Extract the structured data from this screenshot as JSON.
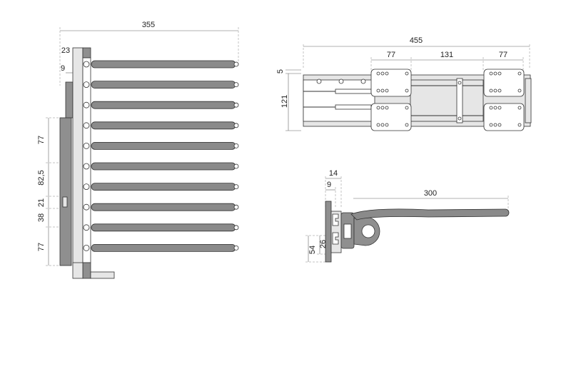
{
  "side_view": {
    "dims": {
      "total_width": "355",
      "top_plate": "23",
      "rail_offset": "9",
      "seg_a": "77",
      "seg_b": "82,5",
      "seg_c": "21",
      "seg_d": "38",
      "seg_e": "77"
    }
  },
  "top_view": {
    "dims": {
      "total_length": "455",
      "left_mount": "77",
      "middle": "131",
      "right_mount": "77",
      "offset": "5",
      "height": "121"
    }
  },
  "end_view": {
    "dims": {
      "outer": "14",
      "inner": "9",
      "rod_length": "300",
      "slot": "26",
      "height": "54"
    }
  },
  "colors": {
    "rod_fill": "#8a8a8a",
    "line": "#333333",
    "dim_line": "#666666"
  }
}
